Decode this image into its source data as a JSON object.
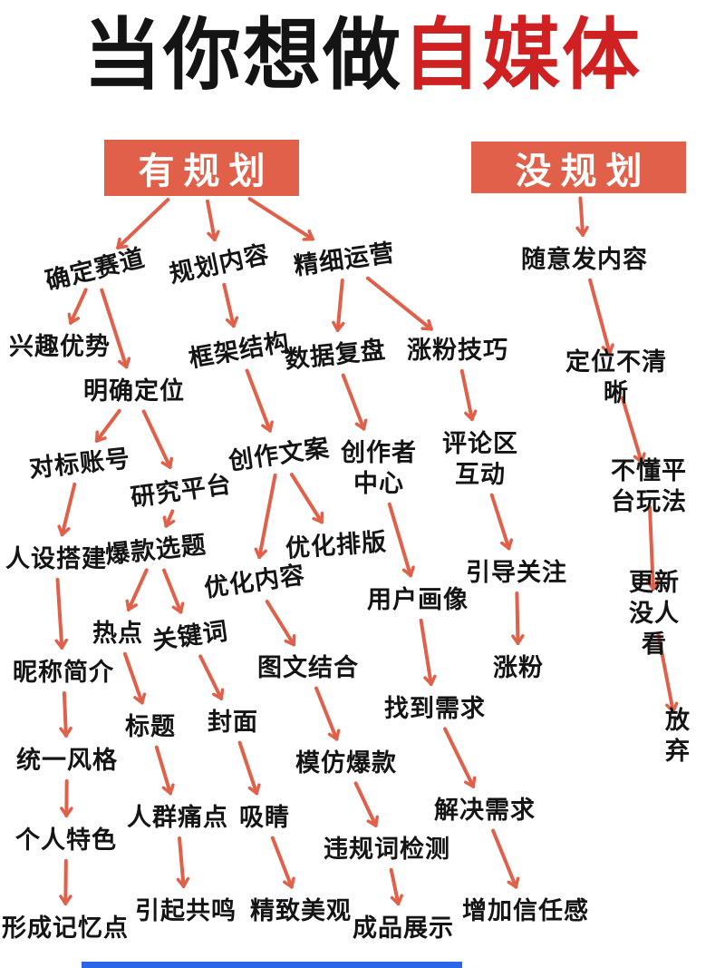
{
  "title": {
    "prefix": "当你想做",
    "highlight": "自媒体"
  },
  "colors": {
    "accent": "#E0604A",
    "title_highlight": "#CF2121",
    "text": "#141414",
    "header_text": "#FFFFFF",
    "background": "#FFFFFF",
    "footer_bar": "#2967E8"
  },
  "headers": [
    {
      "id": "planned",
      "label": "有规划"
    },
    {
      "id": "unplanned",
      "label": "没规划"
    }
  ],
  "nodes": [
    {
      "id": "define-track",
      "label": "确定赛道"
    },
    {
      "id": "plan-content",
      "label": "规划内容"
    },
    {
      "id": "fine-operation",
      "label": "精细运营"
    },
    {
      "id": "post-randomly",
      "label": "随意发内容"
    },
    {
      "id": "interest-strength",
      "label": "兴趣优势"
    },
    {
      "id": "framework-structure",
      "label": "框架结构"
    },
    {
      "id": "data-review",
      "label": "数据复盘"
    },
    {
      "id": "fan-growth-tips",
      "label": "涨粉技巧"
    },
    {
      "id": "unclear-positioning",
      "label": "定位不清晰"
    },
    {
      "id": "clear-positioning",
      "label": "明确定位"
    },
    {
      "id": "benchmark-accounts",
      "label": "对标账号"
    },
    {
      "id": "research-platform",
      "label": "研究平台"
    },
    {
      "id": "create-copy",
      "label": "创作文案"
    },
    {
      "id": "creator-center",
      "label": "创作者\n中心"
    },
    {
      "id": "comment-interaction",
      "label": "评论区\n互动"
    },
    {
      "id": "platform-rules-unknown",
      "label": "不懂平台玩法"
    },
    {
      "id": "persona-building",
      "label": "人设搭建"
    },
    {
      "id": "hit-topics",
      "label": "爆款选题"
    },
    {
      "id": "optimize-content",
      "label": "优化内容"
    },
    {
      "id": "optimize-layout",
      "label": "优化排版"
    },
    {
      "id": "guide-follow",
      "label": "引导关注"
    },
    {
      "id": "user-profile",
      "label": "用户画像"
    },
    {
      "id": "no-views",
      "label": "更新没人看"
    },
    {
      "id": "nickname-bio",
      "label": "昵称简介"
    },
    {
      "id": "hot-topics",
      "label": "热点"
    },
    {
      "id": "keywords",
      "label": "关键词"
    },
    {
      "id": "image-text-combo",
      "label": "图文结合"
    },
    {
      "id": "gain-fans",
      "label": "涨粉"
    },
    {
      "id": "find-needs",
      "label": "找到需求"
    },
    {
      "id": "title-node",
      "label": "标题"
    },
    {
      "id": "cover",
      "label": "封面"
    },
    {
      "id": "unified-style",
      "label": "统一风格"
    },
    {
      "id": "imitate-hits",
      "label": "模仿爆款"
    },
    {
      "id": "give-up",
      "label": "放弃"
    },
    {
      "id": "solve-needs",
      "label": "解决需求"
    },
    {
      "id": "personal-traits",
      "label": "个人特色"
    },
    {
      "id": "audience-pain-points",
      "label": "人群痛点"
    },
    {
      "id": "eye-catching",
      "label": "吸睛"
    },
    {
      "id": "banned-word-check",
      "label": "违规词检测"
    },
    {
      "id": "memorable-identity",
      "label": "形成记忆点"
    },
    {
      "id": "evoke-resonance",
      "label": "引起共鸣"
    },
    {
      "id": "refined-look",
      "label": "精致美观"
    },
    {
      "id": "final-showcase",
      "label": "成品展示"
    },
    {
      "id": "build-trust",
      "label": "增加信任感"
    }
  ],
  "edges": [
    [
      "planned",
      "define-track"
    ],
    [
      "planned",
      "plan-content"
    ],
    [
      "planned",
      "fine-operation"
    ],
    [
      "unplanned",
      "post-randomly"
    ],
    [
      "define-track",
      "interest-strength"
    ],
    [
      "define-track",
      "clear-positioning"
    ],
    [
      "plan-content",
      "framework-structure"
    ],
    [
      "fine-operation",
      "data-review"
    ],
    [
      "fine-operation",
      "fan-growth-tips"
    ],
    [
      "post-randomly",
      "unclear-positioning"
    ],
    [
      "clear-positioning",
      "benchmark-accounts"
    ],
    [
      "clear-positioning",
      "research-platform"
    ],
    [
      "framework-structure",
      "create-copy"
    ],
    [
      "data-review",
      "creator-center"
    ],
    [
      "fan-growth-tips",
      "comment-interaction"
    ],
    [
      "unclear-positioning",
      "platform-rules-unknown"
    ],
    [
      "benchmark-accounts",
      "persona-building"
    ],
    [
      "research-platform",
      "hit-topics"
    ],
    [
      "create-copy",
      "optimize-content"
    ],
    [
      "create-copy",
      "optimize-layout"
    ],
    [
      "creator-center",
      "user-profile"
    ],
    [
      "comment-interaction",
      "guide-follow"
    ],
    [
      "platform-rules-unknown",
      "no-views"
    ],
    [
      "persona-building",
      "nickname-bio"
    ],
    [
      "hit-topics",
      "hot-topics"
    ],
    [
      "hit-topics",
      "keywords"
    ],
    [
      "optimize-content",
      "image-text-combo"
    ],
    [
      "guide-follow",
      "gain-fans"
    ],
    [
      "user-profile",
      "find-needs"
    ],
    [
      "nickname-bio",
      "unified-style"
    ],
    [
      "hot-topics",
      "title-node"
    ],
    [
      "keywords",
      "cover"
    ],
    [
      "image-text-combo",
      "imitate-hits"
    ],
    [
      "no-views",
      "give-up"
    ],
    [
      "find-needs",
      "solve-needs"
    ],
    [
      "unified-style",
      "personal-traits"
    ],
    [
      "title-node",
      "audience-pain-points"
    ],
    [
      "cover",
      "eye-catching"
    ],
    [
      "imitate-hits",
      "banned-word-check"
    ],
    [
      "solve-needs",
      "build-trust"
    ],
    [
      "personal-traits",
      "memorable-identity"
    ],
    [
      "audience-pain-points",
      "evoke-resonance"
    ],
    [
      "eye-catching",
      "refined-look"
    ],
    [
      "banned-word-check",
      "final-showcase"
    ]
  ]
}
